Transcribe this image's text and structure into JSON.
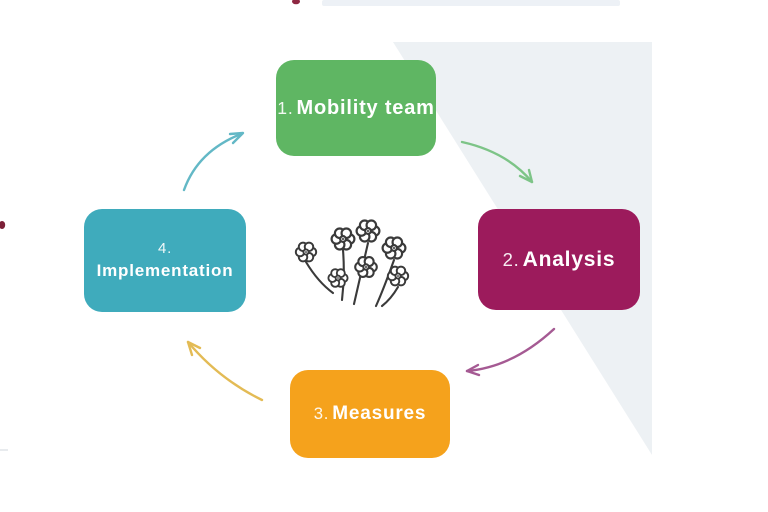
{
  "page": {
    "background": "#ffffff"
  },
  "decor": {
    "top_strip_color": "#edf1f6",
    "wedge_color": "#edf1f4",
    "top_red_mark_color": "#8e2742",
    "left_red_mark_color": "#7c2038",
    "bottom_left_tick_color": "#d9dde2"
  },
  "diagram": {
    "type": "cycle",
    "center_icon": "flower-bouquet-icon",
    "flower_ink": "#3a3a3a",
    "boxes": [
      {
        "id": "mobility-team",
        "number": "1.",
        "title": "Mobility team",
        "color": "#5fb663",
        "text_color": "#ffffff"
      },
      {
        "id": "analysis",
        "number": "2.",
        "title": "Analysis",
        "color": "#9c1b5c",
        "text_color": "#ffffff"
      },
      {
        "id": "measures",
        "number": "3.",
        "title": "Measures",
        "color": "#f5a21c",
        "text_color": "#ffffff"
      },
      {
        "id": "implementation",
        "number": "4.",
        "title": "Implementation",
        "color": "#3fabbc",
        "text_color": "#ffffff"
      }
    ],
    "arrows": [
      {
        "id": "arrow-implementation-to-mobility",
        "color": "#63b8c6"
      },
      {
        "id": "arrow-mobility-to-analysis",
        "color": "#7dc487"
      },
      {
        "id": "arrow-analysis-to-measures",
        "color": "#a55a93"
      },
      {
        "id": "arrow-measures-to-implementation",
        "color": "#e3bb55"
      }
    ]
  }
}
